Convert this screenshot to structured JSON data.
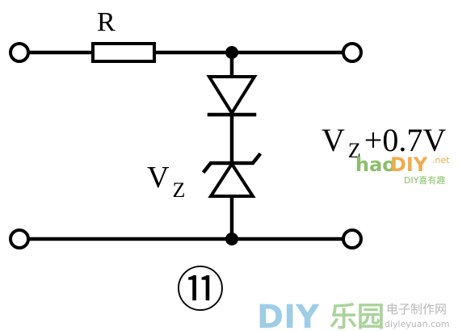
{
  "diagram": {
    "resistor_label": "R",
    "zener_label_main": "V",
    "zener_label_sub": "Z",
    "output_label_main": "V",
    "output_label_sub": "Z",
    "output_label_rest": "+0.7V",
    "figure_number": "⑪"
  },
  "watermarks": {
    "mid_logo_a": "hao",
    "mid_logo_b": "DIY",
    "mid_logo_c": ".net",
    "mid_tag": "DIY喜有趣",
    "bottom_logo_a": "DIY",
    "bottom_logo_b": "乐园",
    "bottom_tag": "电子制作网",
    "bottom_url": "diyleyuan.com"
  },
  "colors": {
    "mid_logo_green": "#7fb85a",
    "mid_logo_orange": "#f0a23a",
    "bottom_logo_blue": "#9ecde6",
    "bottom_logo_green": "#a9d49a",
    "bottom_text_gray": "#b8b8b8"
  }
}
